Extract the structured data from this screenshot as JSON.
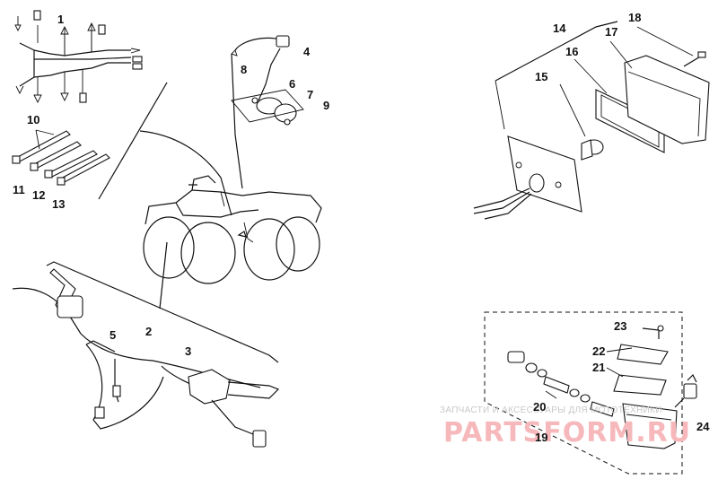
{
  "callouts": [
    "1",
    "2",
    "3",
    "4",
    "5",
    "6",
    "7",
    "8",
    "9",
    "10",
    "11",
    "12",
    "13",
    "14",
    "15",
    "16",
    "17",
    "18",
    "19",
    "20",
    "21",
    "22",
    "23",
    "24"
  ],
  "watermark": {
    "subtitle": "ЗАПЧАСТИ И АКСЕССУАРЫ ДЛЯ МОТОТЕХНИКИ",
    "brand": "PARTSFORM.RU"
  },
  "colors": {
    "line": "#111111",
    "watermark_text": "#c9c9c9",
    "watermark_brand": "#f6b8bb"
  }
}
